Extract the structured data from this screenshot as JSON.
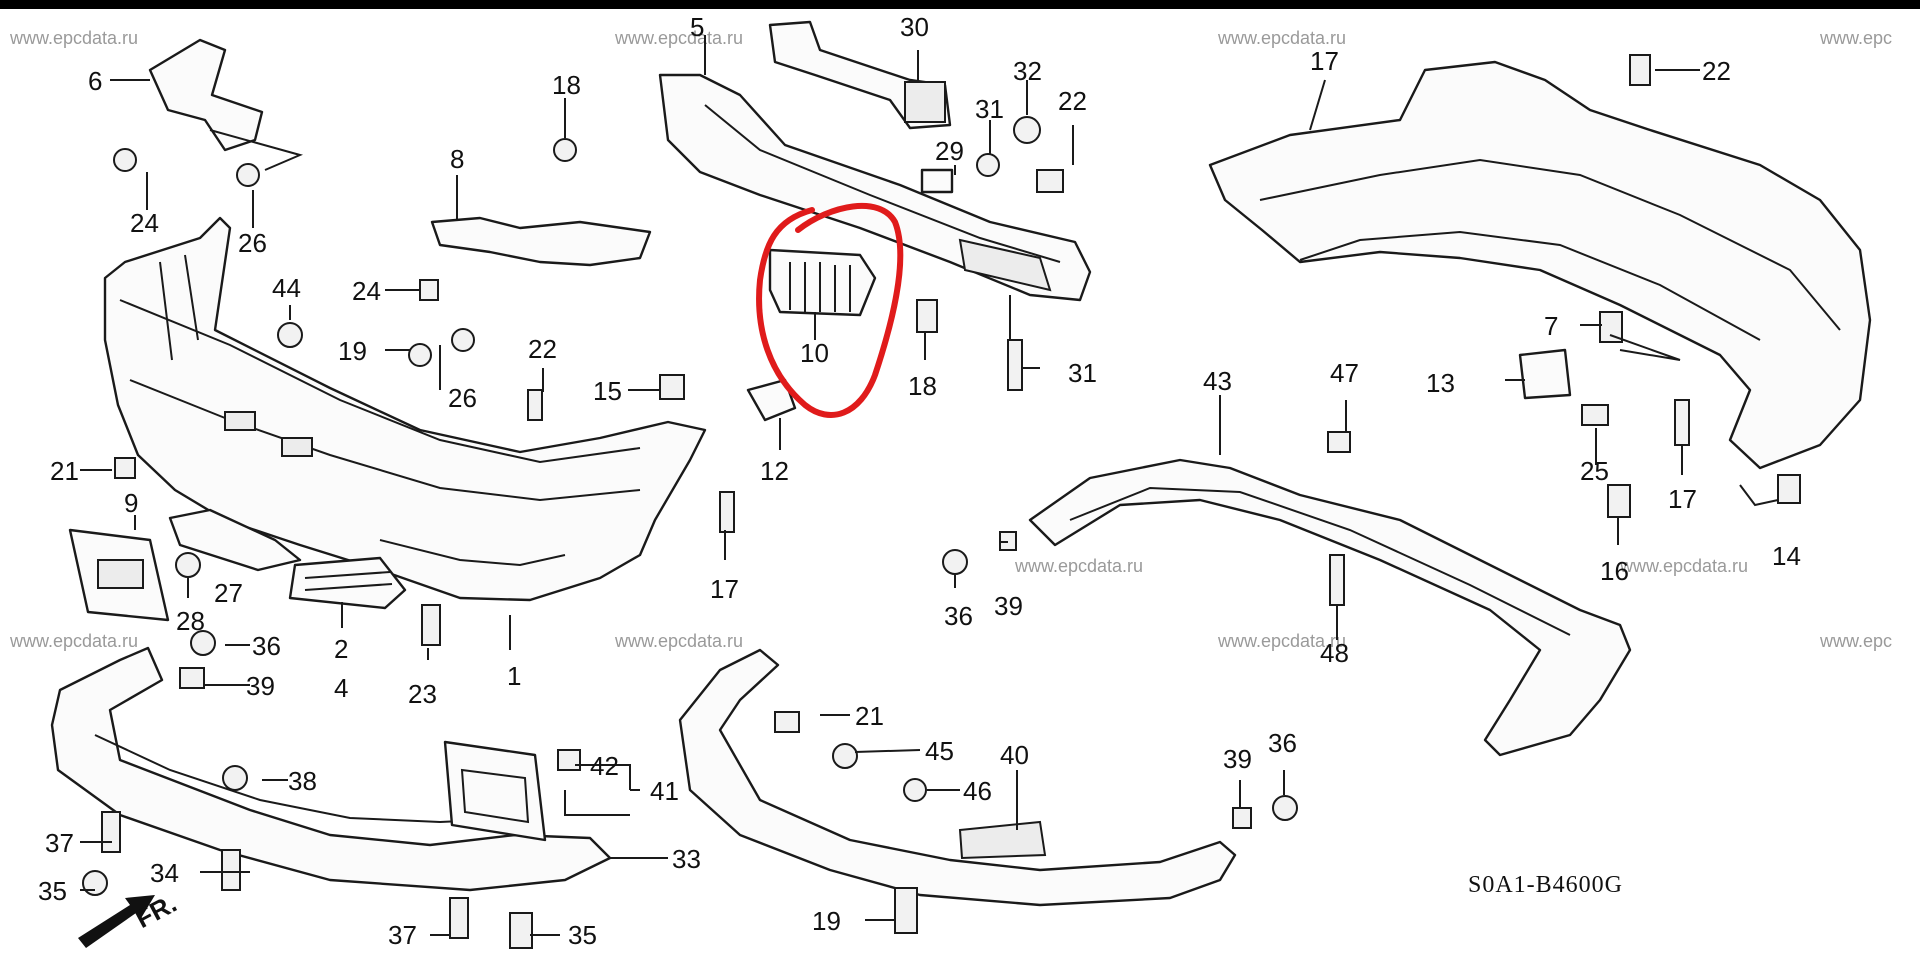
{
  "watermark": "www.epcdata.ru",
  "watermark_partial": "www.epc",
  "diagram_code": "S0A1-B4600G",
  "front_direction": "FR.",
  "highlight_color": "#e01b1b",
  "highlighted_part": "10",
  "callouts": {
    "c1": "1",
    "c2": "2",
    "c4": "4",
    "c5": "5",
    "c6": "6",
    "c7": "7",
    "c8": "8",
    "c9": "9",
    "c10": "10",
    "c12": "12",
    "c13": "13",
    "c14": "14",
    "c15": "15",
    "c16": "16",
    "c17a": "17",
    "c17b": "17",
    "c17c": "17",
    "c18a": "18",
    "c18b": "18",
    "c19a": "19",
    "c19b": "19",
    "c21a": "21",
    "c21b": "21",
    "c22a": "22",
    "c22b": "22",
    "c22c": "22",
    "c23": "23",
    "c24a": "24",
    "c24b": "24",
    "c25": "25",
    "c26a": "26",
    "c26b": "26",
    "c27": "27",
    "c28": "28",
    "c29": "29",
    "c30": "30",
    "c31a": "31",
    "c31b": "31",
    "c32": "32",
    "c33": "33",
    "c34": "34",
    "c35a": "35",
    "c35b": "35",
    "c36a": "36",
    "c36b": "36",
    "c36c": "36",
    "c37a": "37",
    "c37b": "37",
    "c38": "38",
    "c39a": "39",
    "c39b": "39",
    "c39c": "39",
    "c40": "40",
    "c41": "41",
    "c42": "42",
    "c43": "43",
    "c44": "44",
    "c45": "45",
    "c46": "46",
    "c47": "47",
    "c48": "48"
  }
}
